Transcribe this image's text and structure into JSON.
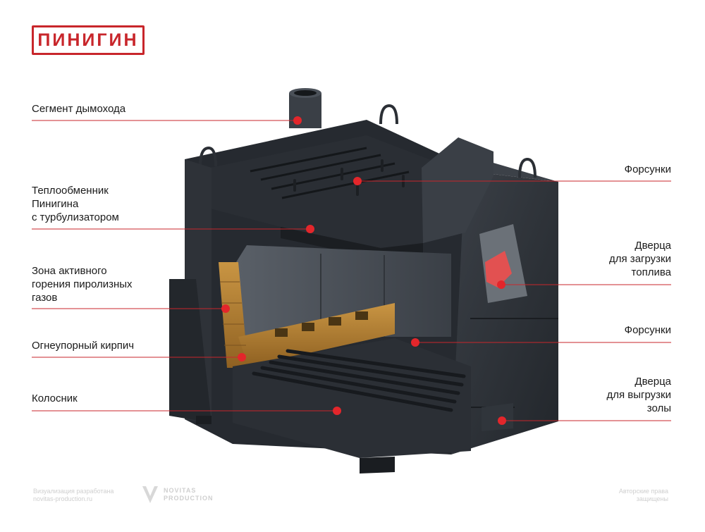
{
  "brand": {
    "logo": "ПИНИГИН"
  },
  "labels_left": [
    {
      "id": "chimney",
      "lines": [
        "Сегмент дымохода"
      ]
    },
    {
      "id": "heat-exchanger",
      "lines": [
        "Теплообменник",
        "Пинигина",
        "с турбулизатором"
      ]
    },
    {
      "id": "combustion-zone",
      "lines": [
        "Зона активного",
        "горения пиролизных",
        "газов"
      ]
    },
    {
      "id": "firebrick",
      "lines": [
        "Огнеупорный кирпич"
      ]
    },
    {
      "id": "grate",
      "lines": [
        "Колосник"
      ]
    }
  ],
  "labels_right": [
    {
      "id": "nozzles-top",
      "lines": [
        "Форсунки"
      ]
    },
    {
      "id": "fuel-door",
      "lines": [
        "Дверца",
        "для загрузки",
        "топлива"
      ]
    },
    {
      "id": "nozzles-bottom",
      "lines": [
        "Форсунки"
      ]
    },
    {
      "id": "ash-door",
      "lines": [
        "Дверца",
        "для выгрузки",
        "золы"
      ]
    }
  ],
  "footer": {
    "left": [
      "Визуализация разработана",
      "novitas-production.ru"
    ],
    "center": [
      "NOVITAS",
      "PRODUCTION"
    ],
    "right": [
      "Авторские права",
      "защищены"
    ]
  },
  "colors": {
    "accent": "#c8262b",
    "body": "#2d3238",
    "body_dark": "#1d2126",
    "brick": "#b07a2c"
  }
}
